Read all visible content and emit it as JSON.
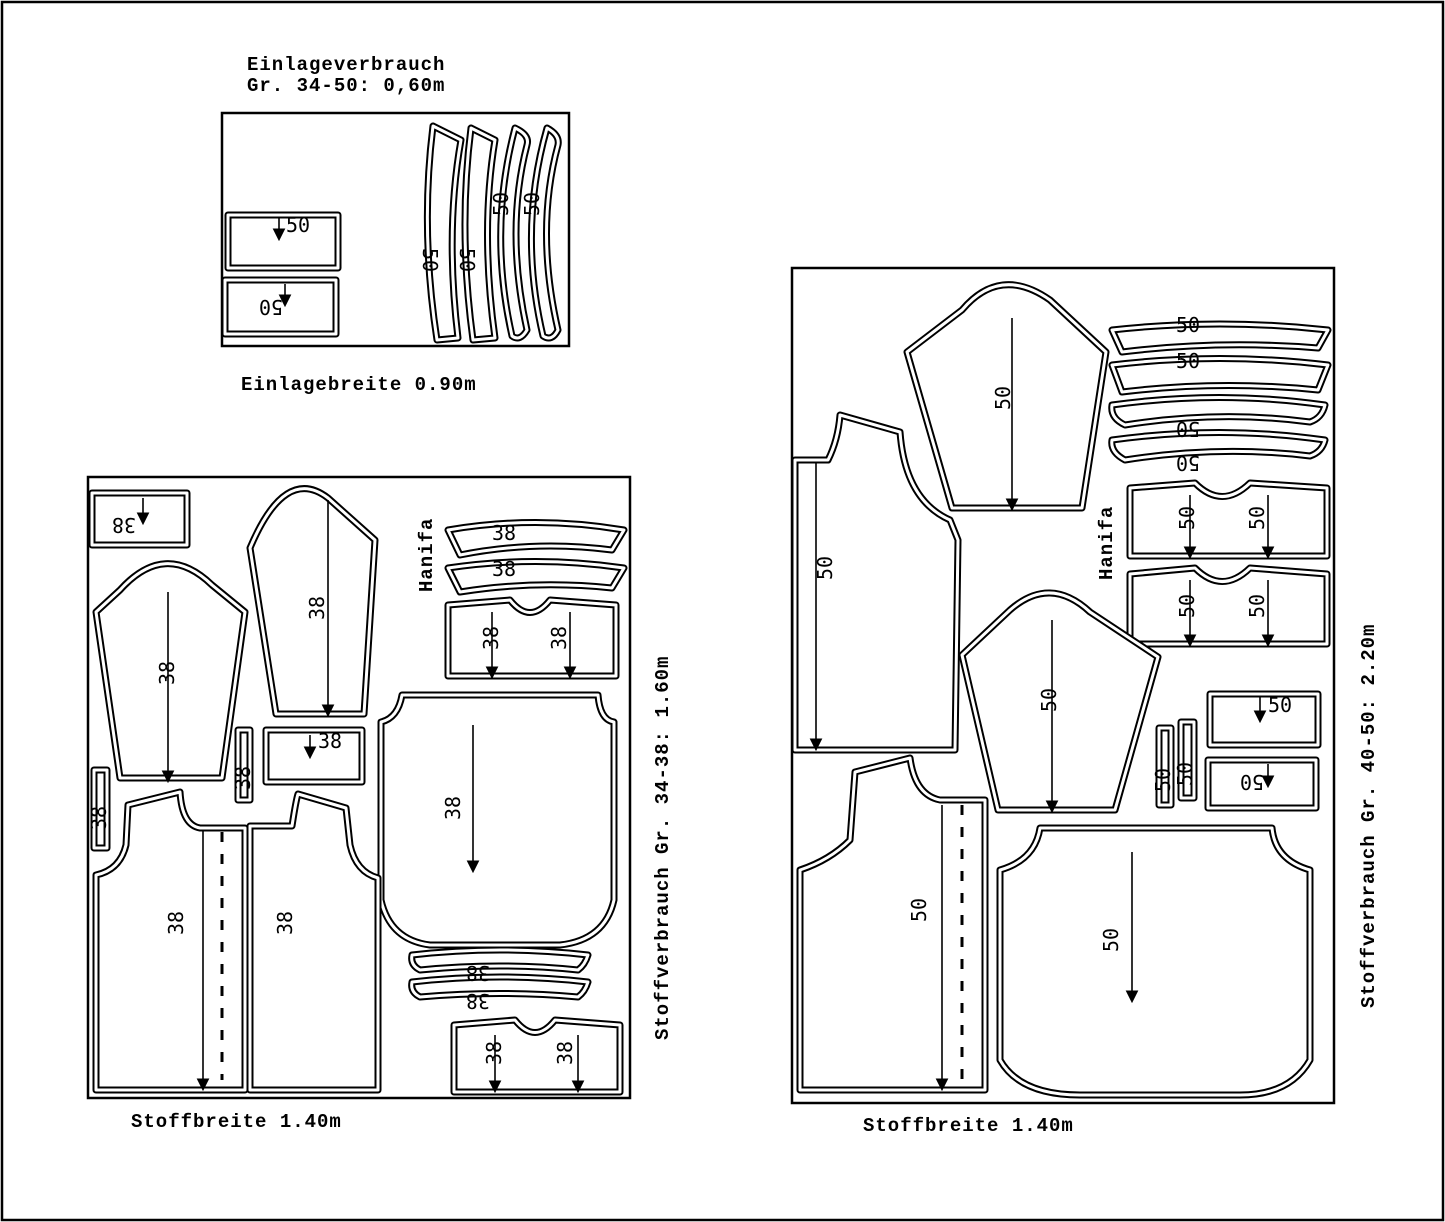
{
  "interfacing": {
    "title_line1": "Einlageverbrauch",
    "title_line2": "Gr. 34-50: 0,60m",
    "width_label": "Einlagebreite 0.90m",
    "size_label": "50"
  },
  "layout_small": {
    "size_label": "38",
    "brand": "Hanifa",
    "consumption_label": "Stoffverbrauch Gr. 34-38: 1.60m",
    "width_label": "Stoffbreite 1.40m"
  },
  "layout_large": {
    "size_label": "50",
    "brand": "Hanifa",
    "consumption_label": "Stoffverbrauch Gr. 40-50: 2.20m",
    "width_label": "Stoffbreite 1.40m"
  }
}
